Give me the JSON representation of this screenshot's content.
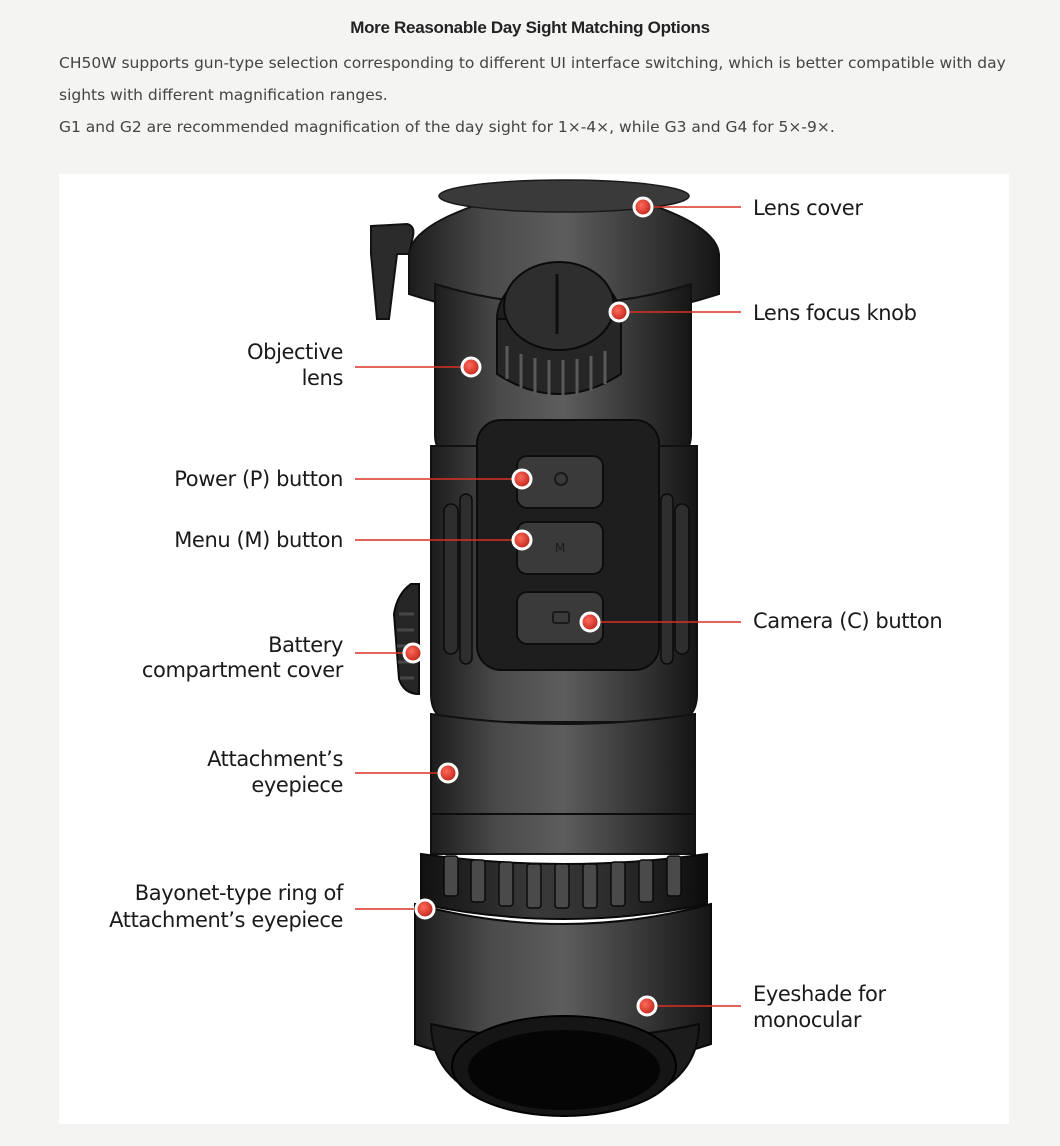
{
  "heading": "More Reasonable Day Sight Matching Options",
  "paragraphs": [
    "CH50W supports gun-type selection corresponding to different UI interface switching, which is better compatible with day sights with different magnification ranges.",
    "G1 and G2 are recommended magnification of the day sight for 1×-4×, while G3 and G4 for 5×-9×."
  ],
  "diagram": {
    "accent_color": "#d93025",
    "callouts": {
      "lens_cover": [
        "Lens cover"
      ],
      "lens_focus_knob": [
        "Lens focus knob"
      ],
      "objective_lens": [
        "Objective",
        "lens"
      ],
      "power_button": [
        "Power (P) button"
      ],
      "menu_button": [
        "Menu (M) button"
      ],
      "camera_button": [
        "Camera (C) button"
      ],
      "battery_cover": [
        "Battery",
        "compartment cover"
      ],
      "attachment_eyepiece": [
        "Attachment’s",
        "eyepiece"
      ],
      "bayonet_ring": [
        "Bayonet-type ring of",
        "Attachment’s eyepiece"
      ],
      "eyeshade": [
        "Eyeshade for",
        "monocular"
      ]
    }
  }
}
